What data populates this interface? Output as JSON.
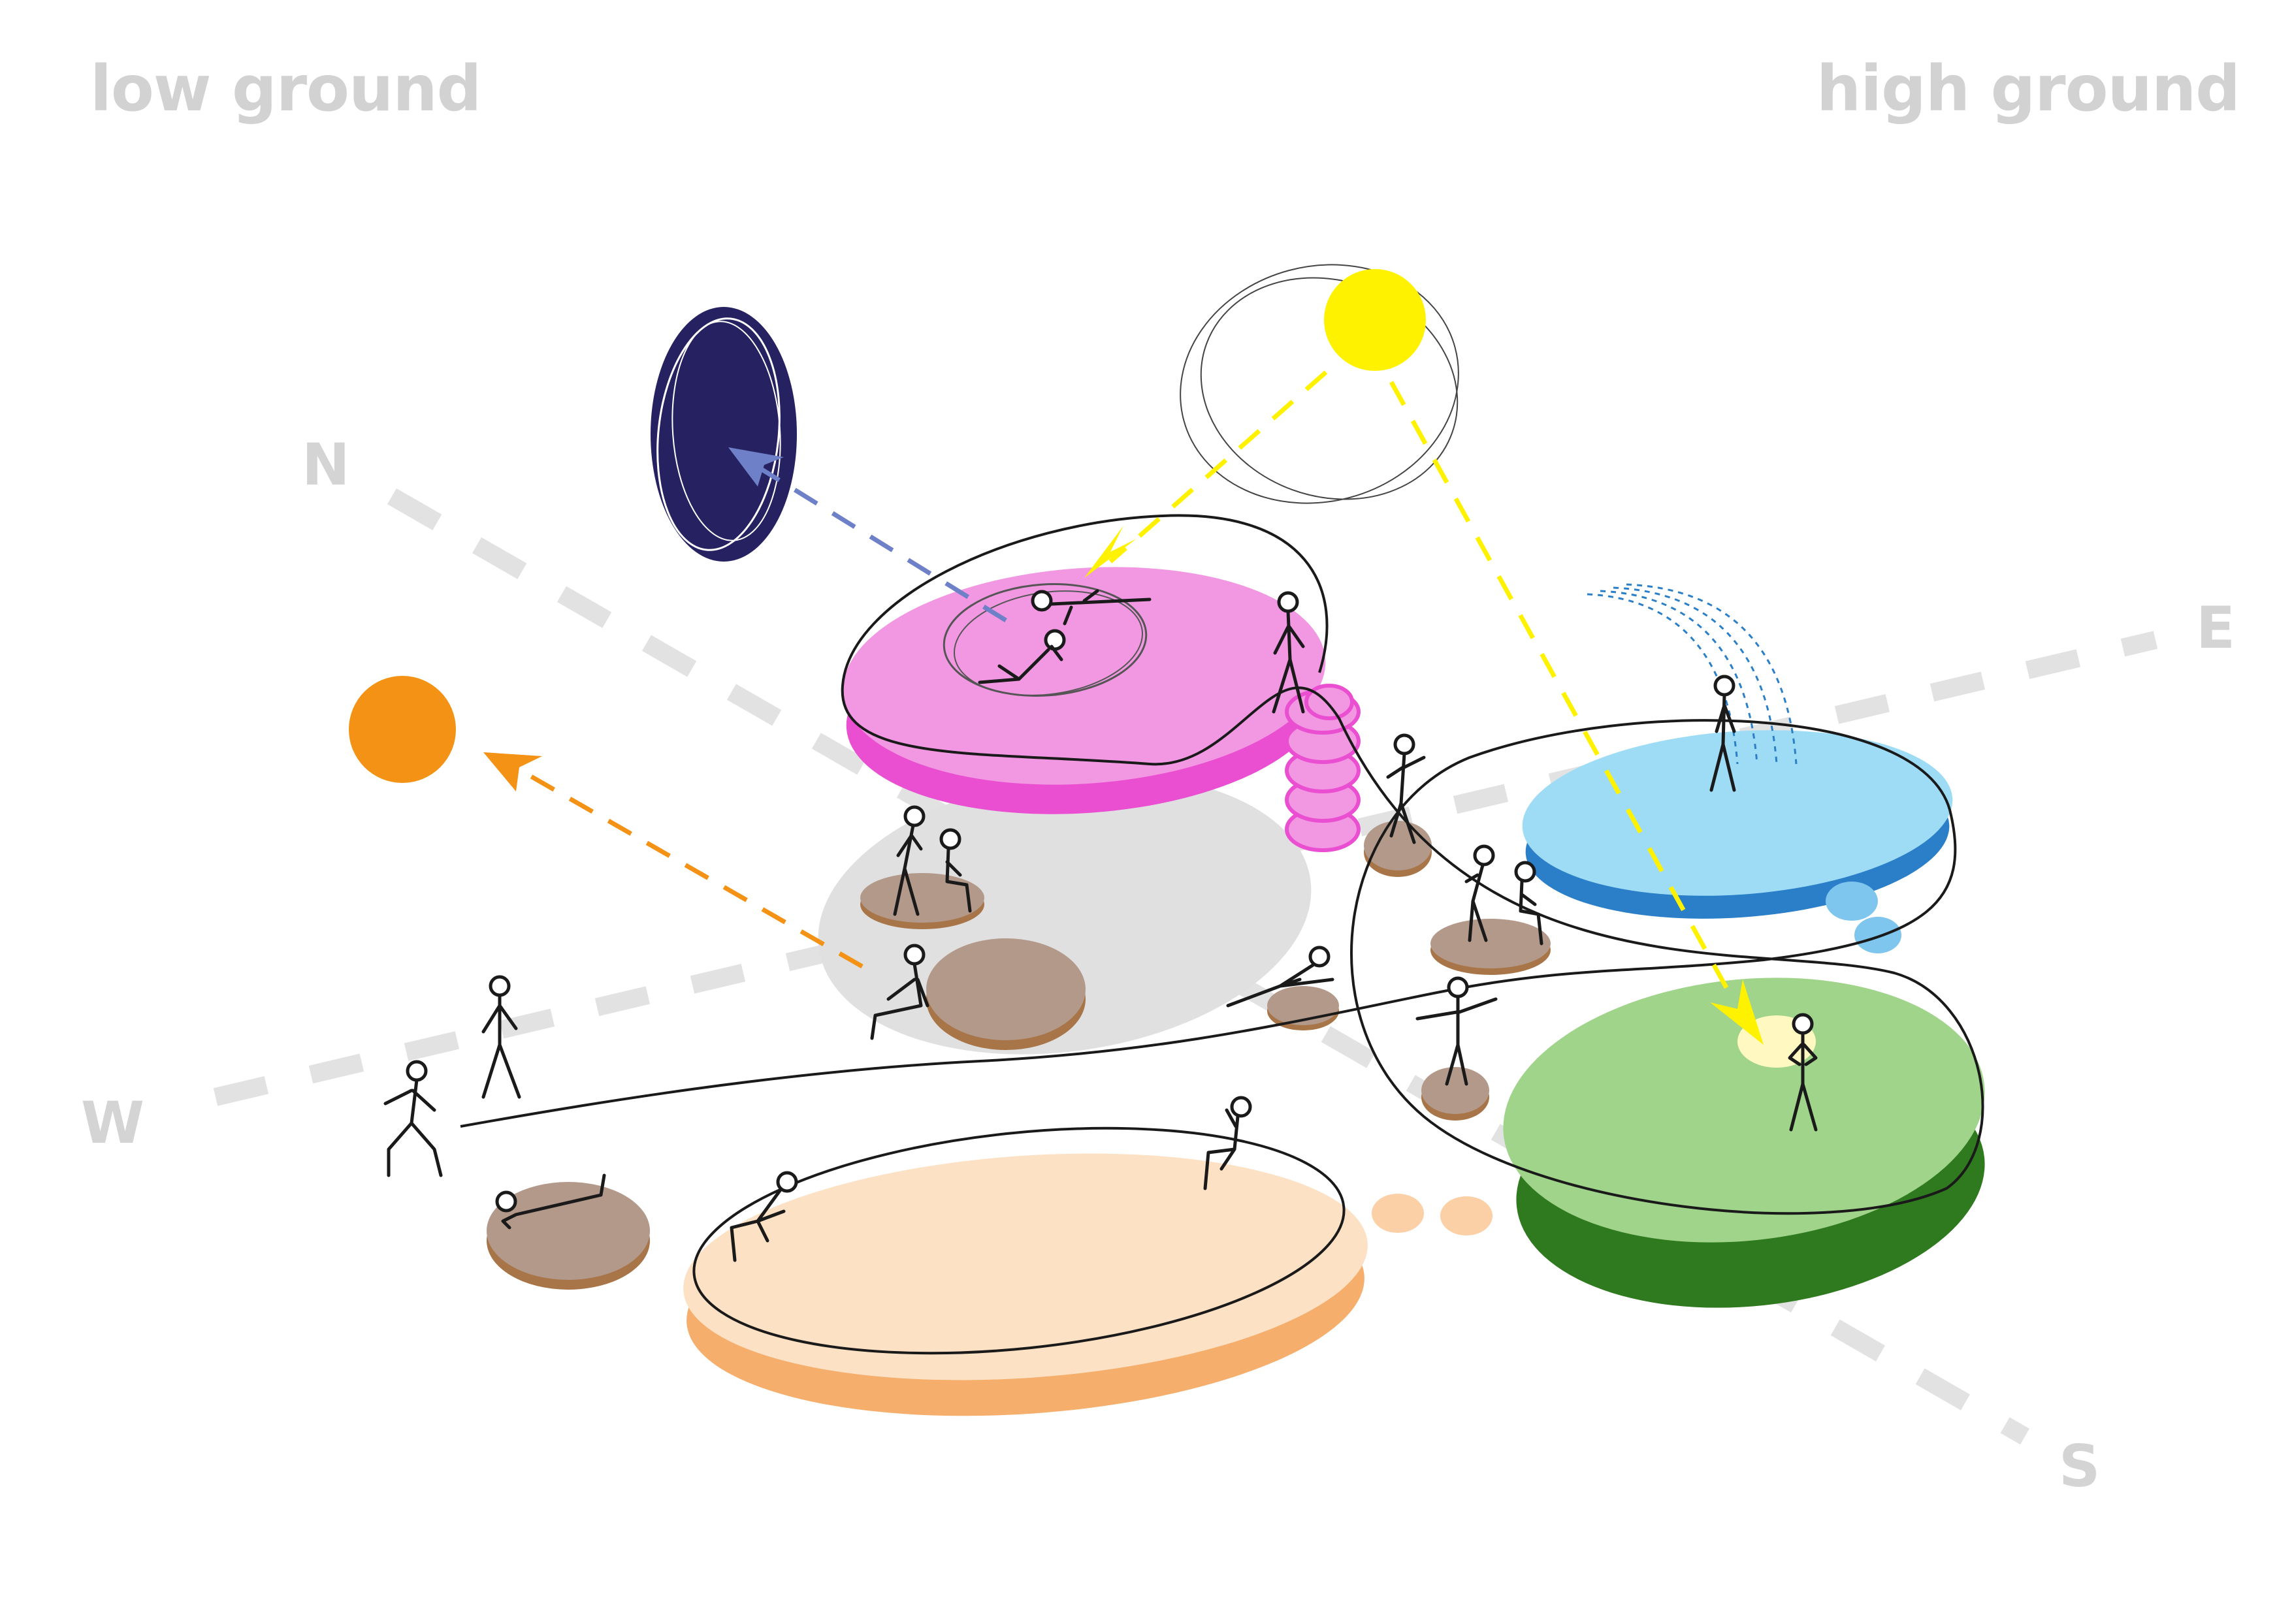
{
  "labels": {
    "low_ground": "low ground",
    "high_ground": "high ground"
  },
  "compass": {
    "north": "N",
    "east": "E",
    "south": "S",
    "west": "W"
  },
  "colors": {
    "axis": "#e2e2e2",
    "compass_text": "#d4d4d4",
    "corner_text": "#d2d2d2",
    "pink": "#f298e2",
    "pink_dark": "#ea4fd2",
    "blue": "#9edcf6",
    "blue_dark": "#2a7fc8",
    "green": "#9fd48a",
    "green_dark": "#2f7a1e",
    "peach": "#fde1c4",
    "peach_dark": "#f5ae6c",
    "brown": "#b3998a",
    "brown_dark": "#a87548",
    "shadow": "#e0e0e0",
    "navy": "#262262",
    "navy_arrow": "#6e80c8",
    "sun": "#fff200",
    "orange": "#f39214",
    "stroke": "#1a1a1a"
  },
  "icons": {
    "sun": "sun-icon",
    "moon": "moon-icon",
    "sunset": "sunset-icon"
  }
}
